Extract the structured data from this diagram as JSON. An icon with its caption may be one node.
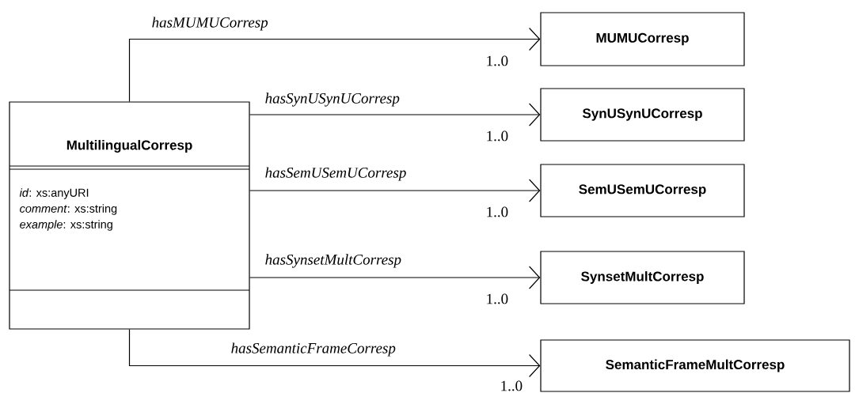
{
  "diagram": {
    "nodes": [
      {
        "text": [
          "MultilingualCorresp",
          "*id*: xs:anyURI",
          "*comment*: xs:string",
          "*example*: xs:string"
        ]
      },
      {
        "text": [
          "MUMUCorresp"
        ]
      },
      {
        "text": [
          "SynUSynUCorresp"
        ]
      },
      {
        "text": [
          "SemUSemUCorresp"
        ]
      },
      {
        "text": [
          "SynsetMultCorresp"
        ]
      },
      {
        "text": [
          "SemanticFrameMultCorresp"
        ]
      }
    ],
    "edges": [
      {
        "from": 0,
        "to": 1,
        "arrow": "to",
        "label": "hasMUMUCorresp"
      },
      {
        "from": 0,
        "to": 2,
        "arrow": "to",
        "label": "hasSynUSynUCorresp"
      },
      {
        "from": 0,
        "to": 3,
        "arrow": "to",
        "label": "hasSemUSemUCorresp"
      },
      {
        "from": 0,
        "to": 4,
        "arrow": "to",
        "label": "hasSynsetMultCorresp"
      },
      {
        "from": 0,
        "to": 5,
        "arrow": "to",
        "label": "hasSemanticFrameCorresp"
      }
    ],
    "labels": [
      "1..0",
      "1..0",
      "1..0",
      "1..0",
      "1..0"
    ]
  }
}
